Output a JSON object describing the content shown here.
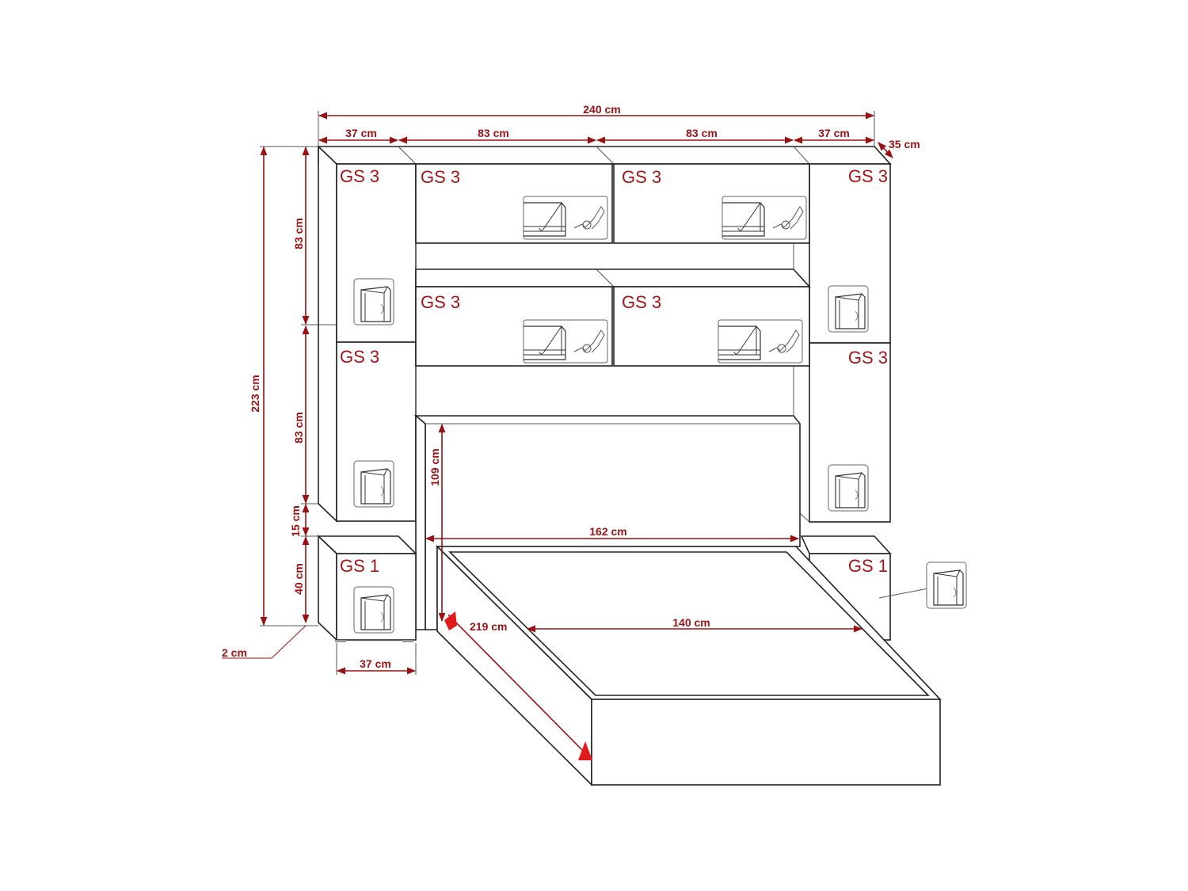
{
  "colors": {
    "dimension": "#9b1111",
    "unit_label": "#a31515",
    "arrow_accent": "#e21c1c",
    "outline": "#222222"
  },
  "units": {
    "top_left": "GS 3",
    "top_mid_left": "GS 3",
    "top_mid_right": "GS 3",
    "top_right": "GS 3",
    "mid_left": "GS 3",
    "mid_right": "GS 3",
    "lower_left": "GS 3",
    "lower_right": "GS 3",
    "night_left": "GS 1",
    "night_right": "GS 1"
  },
  "dimensions": {
    "total_width": "240 cm",
    "w_left": "37 cm",
    "w_mid1": "83 cm",
    "w_mid2": "83 cm",
    "w_right": "37 cm",
    "depth": "35 cm",
    "total_height": "223 cm",
    "h_upper": "83 cm",
    "h_lower": "83 cm",
    "h_gap": "15 cm",
    "h_nightstand": "40 cm",
    "feet": "2 cm",
    "nightstand_width": "37 cm",
    "headboard_height": "109 cm",
    "bed_width": "162 cm",
    "mattress_width": "140 cm",
    "bed_length": "219 cm"
  },
  "icons": [
    "door-hinge-icon",
    "key-icon"
  ]
}
